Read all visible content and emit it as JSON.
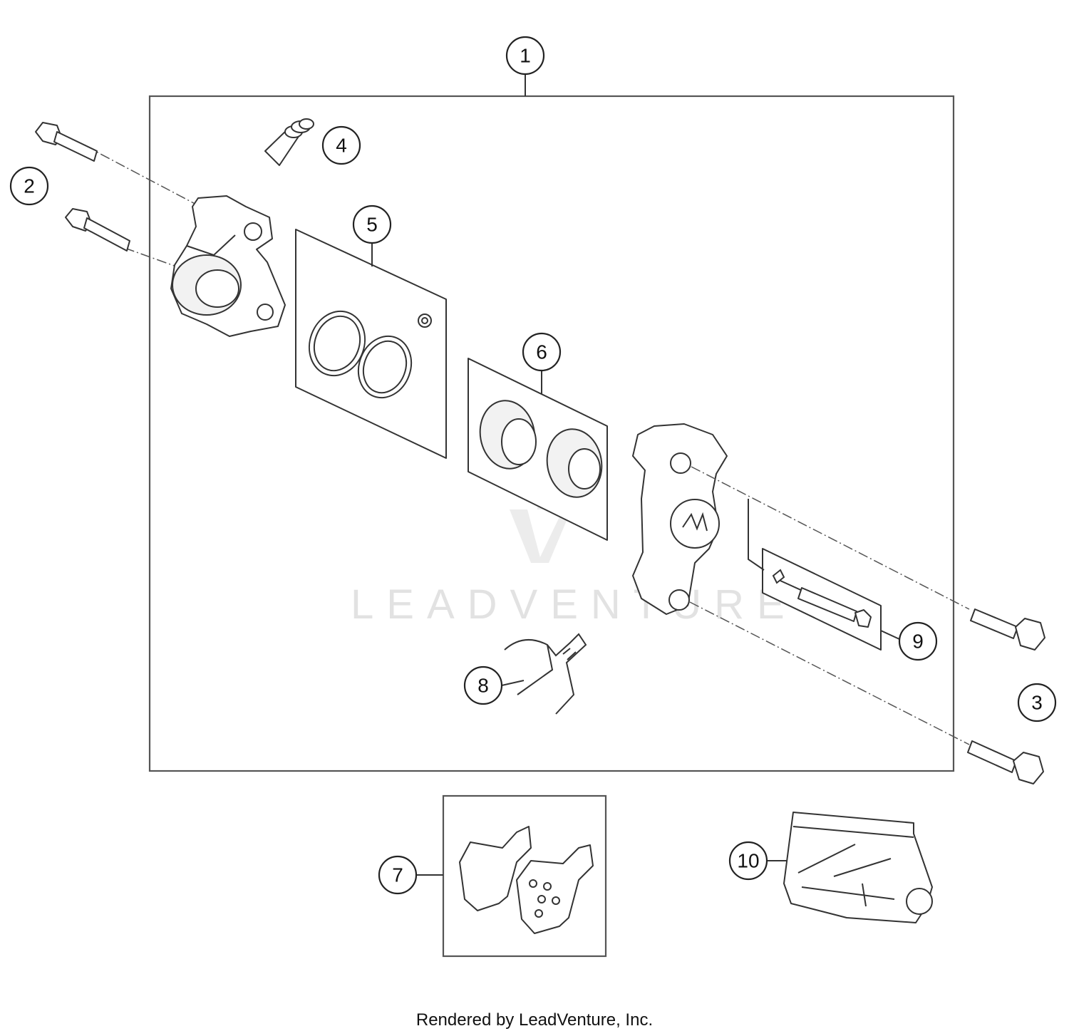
{
  "callouts": [
    {
      "id": "1",
      "label": "1"
    },
    {
      "id": "2",
      "label": "2"
    },
    {
      "id": "3",
      "label": "3"
    },
    {
      "id": "4",
      "label": "4"
    },
    {
      "id": "5",
      "label": "5"
    },
    {
      "id": "6",
      "label": "6"
    },
    {
      "id": "7",
      "label": "7"
    },
    {
      "id": "8",
      "label": "8"
    },
    {
      "id": "9",
      "label": "9"
    },
    {
      "id": "10",
      "label": "10"
    }
  ],
  "watermark": {
    "text": "LEADVENTURE"
  },
  "footer": {
    "credit": "Rendered by LeadVenture, Inc."
  },
  "colors": {
    "line": "#333333",
    "background": "#ffffff",
    "watermark": "#e2e2e2"
  }
}
